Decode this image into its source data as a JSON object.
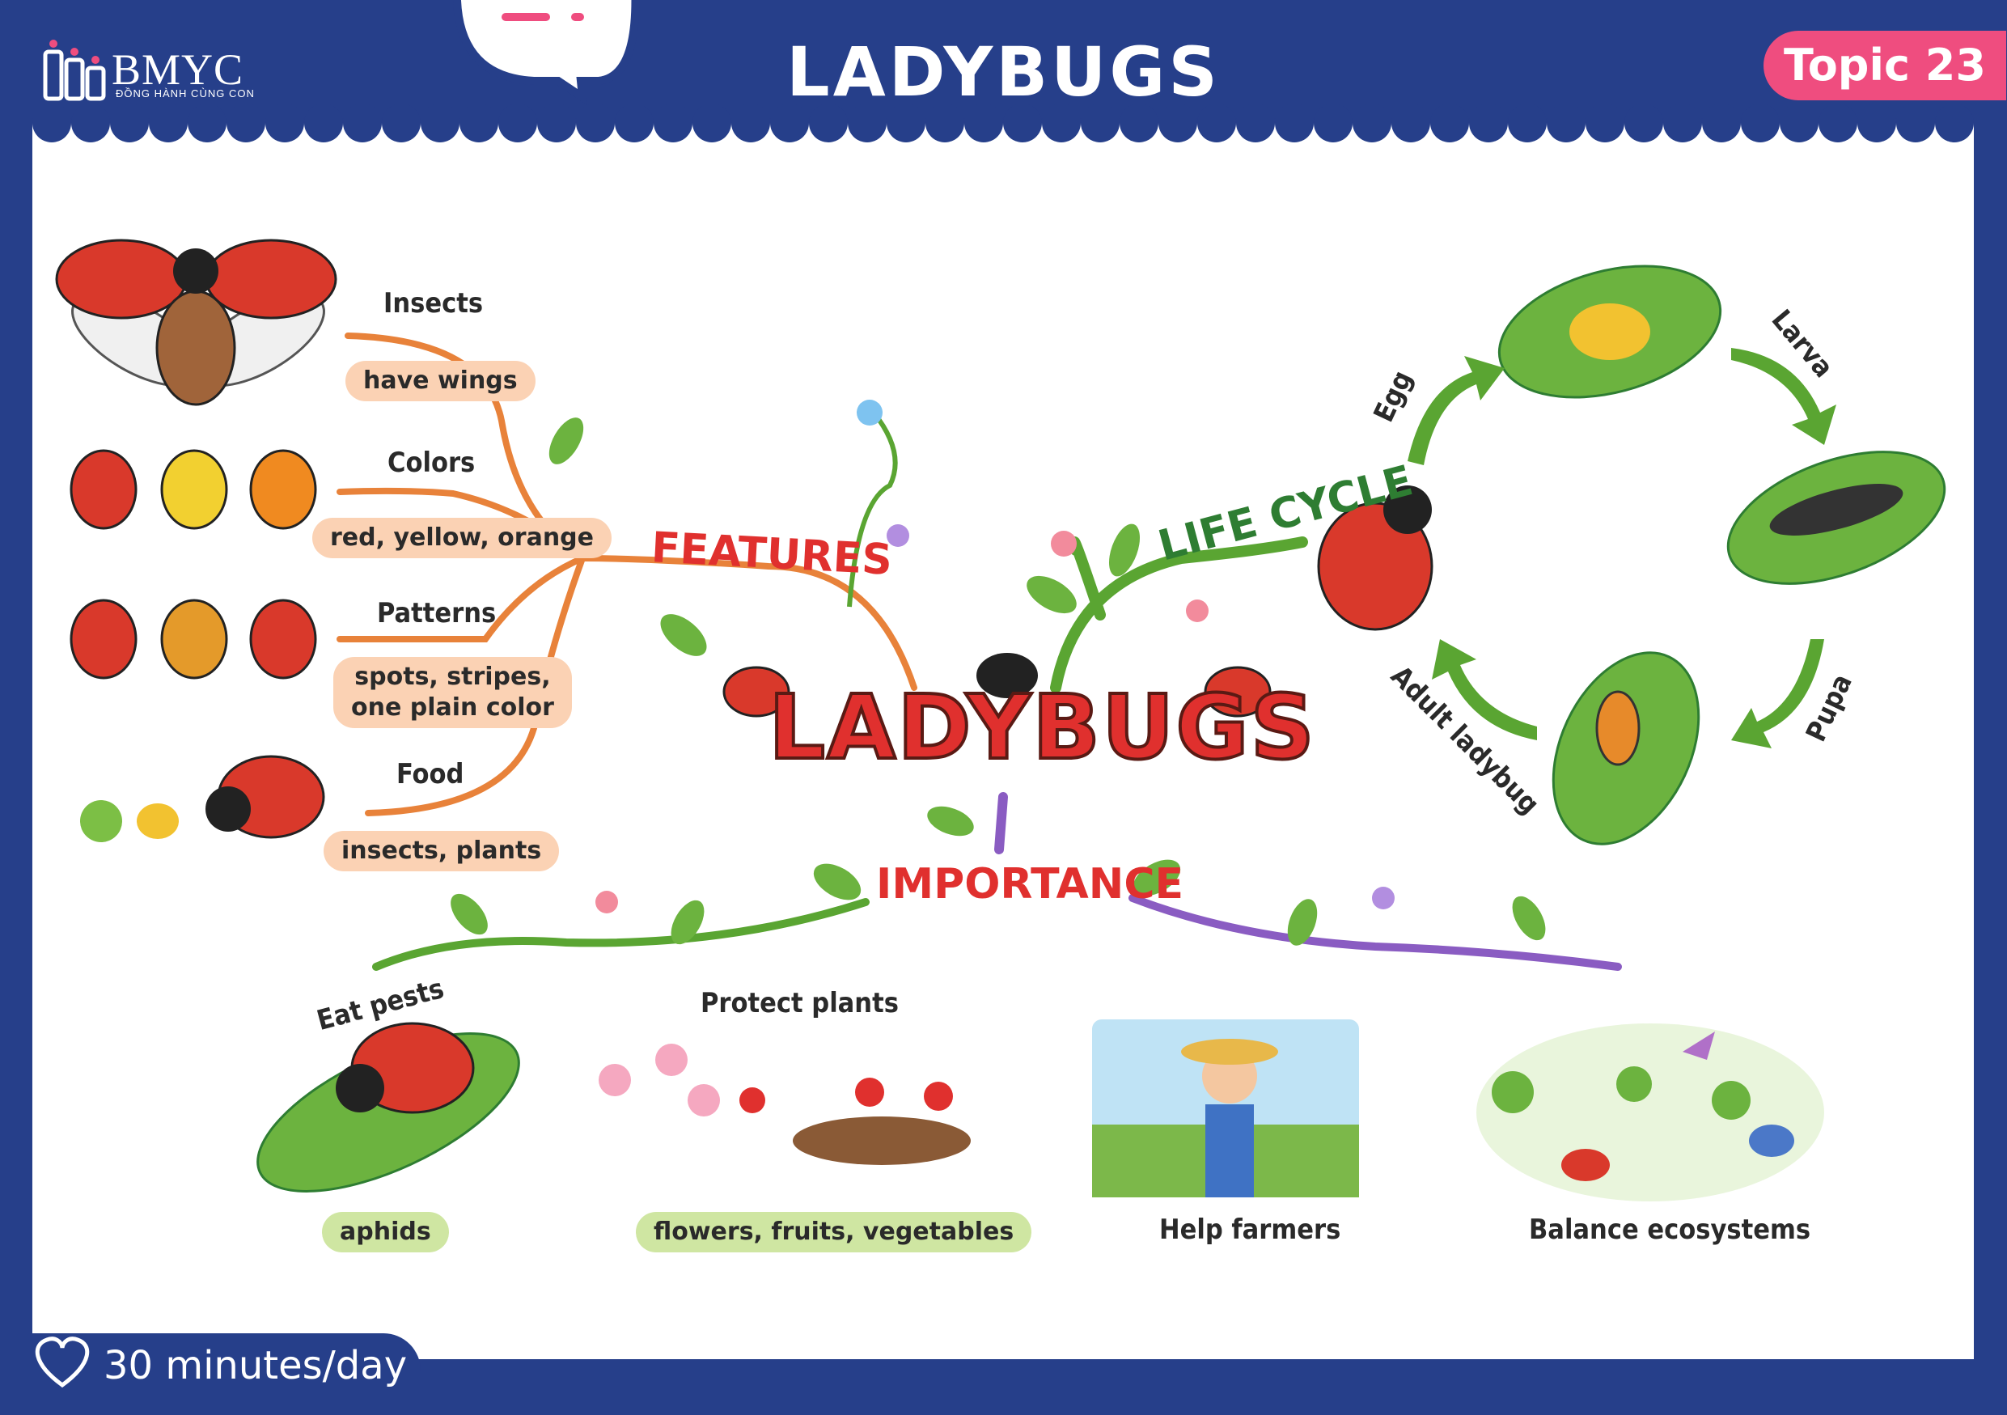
{
  "header": {
    "title": "LADYBUGS",
    "topic": "Topic 23",
    "logo": "BMYC",
    "logo_sub": "ĐỒNG HÀNH CÙNG CON"
  },
  "footer": {
    "time": "30 minutes/day"
  },
  "center": {
    "title": "LADYBUGS"
  },
  "features": {
    "label": "FEATURES",
    "items": [
      {
        "label": "Insects",
        "value": "have wings"
      },
      {
        "label": "Colors",
        "value": "red, yellow, orange"
      },
      {
        "label": "Patterns",
        "value_line1": "spots, stripes,",
        "value_line2": "one plain color"
      },
      {
        "label": "Food",
        "value": "insects, plants"
      }
    ]
  },
  "life_cycle": {
    "label": "LIFE CYCLE",
    "stages": {
      "egg": "Egg",
      "larva": "Larva",
      "pupa": "Pupa",
      "adult": "Adult ladybug"
    }
  },
  "importance": {
    "label": "IMPORTANCE",
    "items": [
      {
        "label": "Eat pests",
        "value": "aphids"
      },
      {
        "label": "Protect plants",
        "value": "flowers, fruits, vegetables"
      },
      {
        "label": "Help farmers"
      },
      {
        "label": "Balance ecosystems"
      }
    ]
  },
  "colors": {
    "navy": "#263f8a",
    "pink": "#ef4d7f",
    "red": "#e0302e",
    "green": "#2e7d32",
    "orange": "#e8823a"
  }
}
